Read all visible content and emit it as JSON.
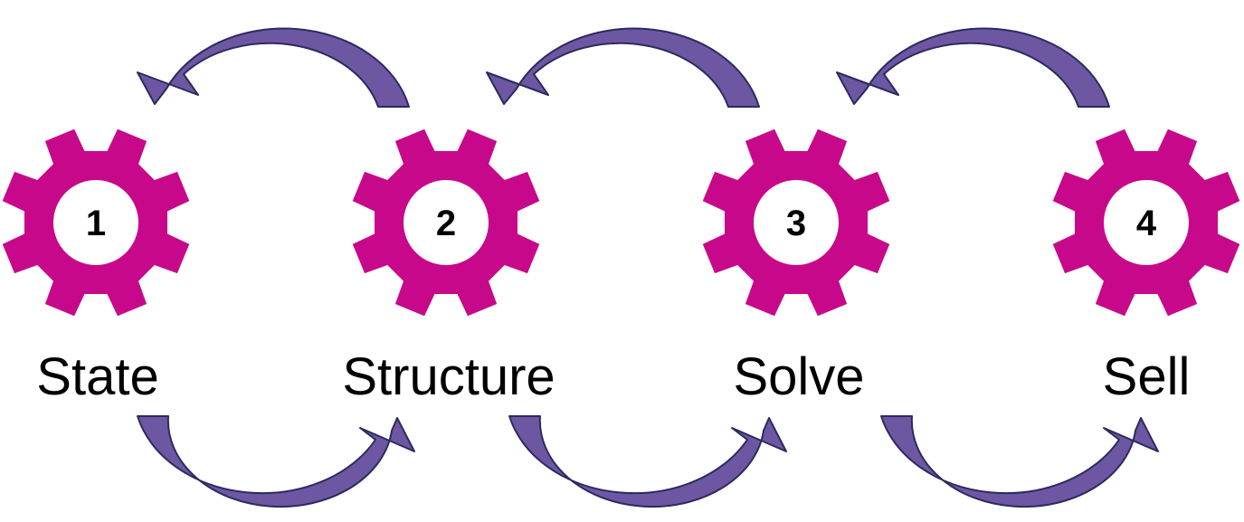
{
  "colors": {
    "gear": "#c8088a",
    "arrow_fill": "#6d57a2",
    "arrow_stroke": "#2c2a5e",
    "text": "#000000",
    "background": "#ffffff"
  },
  "steps": [
    {
      "number": "1",
      "label": "State"
    },
    {
      "number": "2",
      "label": "Structure"
    },
    {
      "number": "3",
      "label": "Solve"
    },
    {
      "number": "4",
      "label": "Sell"
    }
  ],
  "arrows": {
    "forward_count": 3,
    "backward_count": 3
  }
}
